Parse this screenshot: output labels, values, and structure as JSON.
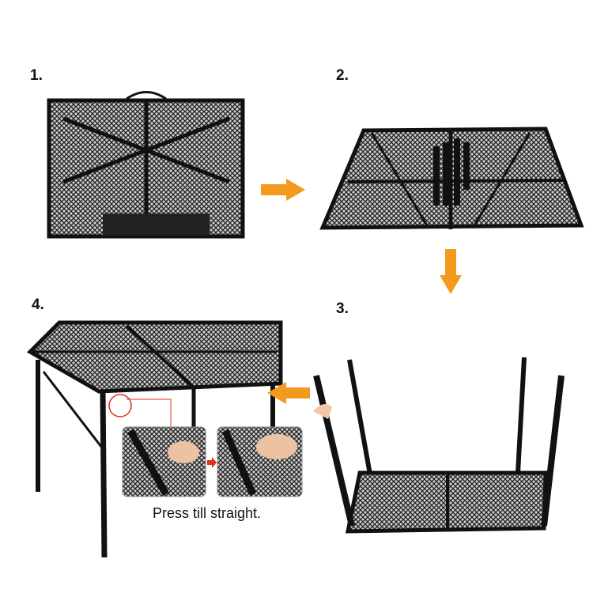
{
  "steps": [
    {
      "label": "1."
    },
    {
      "label": "2."
    },
    {
      "label": "3."
    },
    {
      "label": "4."
    }
  ],
  "caption": "Press till straight.",
  "colors": {
    "arrow": "#f39a1e",
    "inset_arrow": "#e0301e",
    "frame": "#111111",
    "mesh": "#3a3a3a"
  }
}
